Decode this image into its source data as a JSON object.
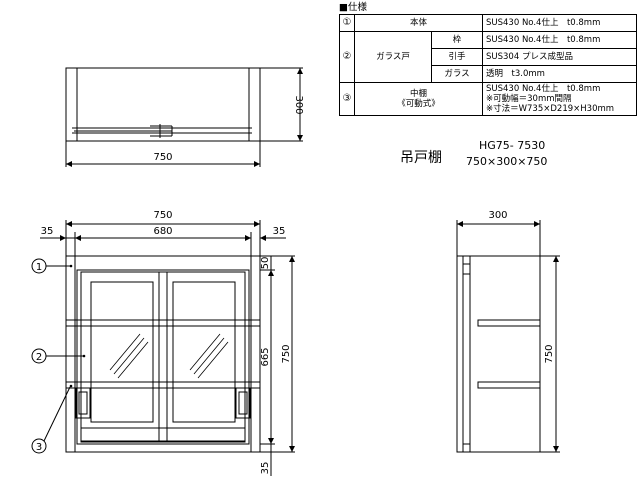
{
  "spec": {
    "title": "■仕様",
    "rows": [
      {
        "num": "①",
        "name": "本体",
        "value": "SUS430 No.4仕上　t0.8mm"
      },
      {
        "num": "②",
        "name": "ガラス戸",
        "parts": [
          {
            "sub": "枠",
            "value": "SUS430 No.4仕上　t0.8mm"
          },
          {
            "sub": "引手",
            "value": "SUS304 プレス成型品"
          },
          {
            "sub": "ガラス",
            "value": "透明　t3.0mm"
          }
        ]
      },
      {
        "num": "③",
        "name_lines": [
          "中棚",
          "《可動式》"
        ],
        "value_lines": [
          "SUS430 No.4仕上　t0.8mm",
          "※可動幅＝30mm間隔",
          "※寸法＝W735×D219×H30mm"
        ]
      }
    ]
  },
  "model": {
    "name": "吊戸棚",
    "code": "HG75- 7530",
    "size": "750×300×750"
  },
  "dimensions": {
    "top_view_width": "750",
    "top_view_depth": "300",
    "front_width": "750",
    "front_inner_width": "680",
    "front_side_left": "35",
    "front_side_right": "35",
    "front_top_gap": "50",
    "front_inner_height": "665",
    "front_bottom_gap": "35",
    "front_height": "750",
    "side_depth": "300",
    "side_height": "750"
  },
  "callouts": [
    "1",
    "2",
    "3"
  ],
  "colors": {
    "line": "#000000",
    "background": "#ffffff"
  }
}
